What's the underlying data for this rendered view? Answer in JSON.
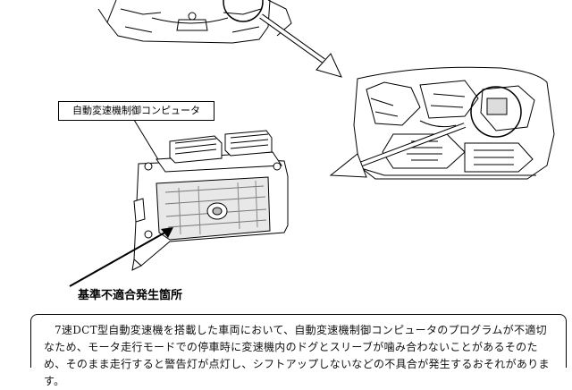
{
  "figure": {
    "component_label": "自動変速機制御コンピュータ",
    "defect_location_label": "基準不適合発生箇所"
  },
  "notice": {
    "text": "7速DCT型自動変速機を搭載した車両において、自動変速機制御コンピュータのプログラムが不適切なため、モータ走行モードでの停車時に変速機内のドグとスリーブが噛み合わないことがあるそのため、そのまま走行すると警告灯が点灯し、シフトアップしないなどの不具合が発生するおそれがあります。"
  }
}
